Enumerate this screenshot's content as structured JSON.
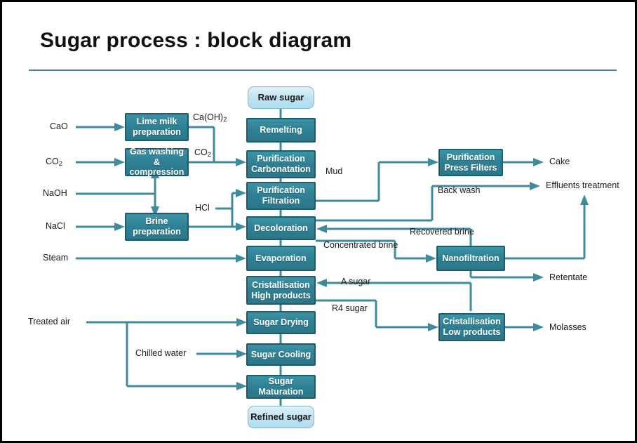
{
  "slide": {
    "title": "Sugar process : block diagram",
    "accent_color": "#3f8b9c",
    "node_fill": "#2f8094",
    "node_border": "#1d5c6c",
    "terminal_fill": "#bfe0ef",
    "background": "#ffffff",
    "frame_color": "#000000"
  },
  "nodes": {
    "raw_sugar": "Raw sugar",
    "remelting": "Remelting",
    "purification_carbonatation_l1": "Purification",
    "purification_carbonatation_l2": "Carbonatation",
    "purification_filtration_l1": "Purification",
    "purification_filtration_l2": "Filtration",
    "decoloration": "Decoloration",
    "evaporation": "Evaporation",
    "cristallisation_high_l1": "Cristallisation",
    "cristallisation_high_l2": "High products",
    "sugar_drying": "Sugar Drying",
    "sugar_cooling": "Sugar Cooling",
    "sugar_maturation": "Sugar Maturation",
    "refined_sugar": "Refined sugar",
    "lime_milk_l1": "Lime milk",
    "lime_milk_l2": "preparation",
    "gas_washing_l1": "Gas washing &",
    "gas_washing_l2": "compression",
    "brine_preparation_l1": "Brine",
    "brine_preparation_l2": "preparation",
    "purification_press_filters_l1": "Purification",
    "purification_press_filters_l2": "Press Filters",
    "nanofiltration": "Nanofiltration",
    "cristallisation_low_l1": "Cristallisation",
    "cristallisation_low_l2": "Low products"
  },
  "inputs": {
    "cao": "CaO",
    "co2": "CO",
    "co2_sub": "2",
    "naoh": "NaOH",
    "nacl": "NaCl",
    "steam": "Steam",
    "treated_air": "Treated air",
    "chilled_water": "Chilled water"
  },
  "stream_labels": {
    "ca_oh_2": "Ca(OH)",
    "ca_oh_2_sub": "2",
    "co2_stream": "CO",
    "co2_stream_sub": "2",
    "hcl": "HCl",
    "mud": "Mud",
    "back_wash": "Back wash",
    "recovered_brine": "Recovered brine",
    "concentrated_brine": "Concentrated brine",
    "a_sugar": "A sugar",
    "r4_sugar": "R4 sugar"
  },
  "outputs": {
    "cake": "Cake",
    "effluents_treatment": "Effluents treatment",
    "retentate": "Retentate",
    "molasses": "Molasses"
  }
}
